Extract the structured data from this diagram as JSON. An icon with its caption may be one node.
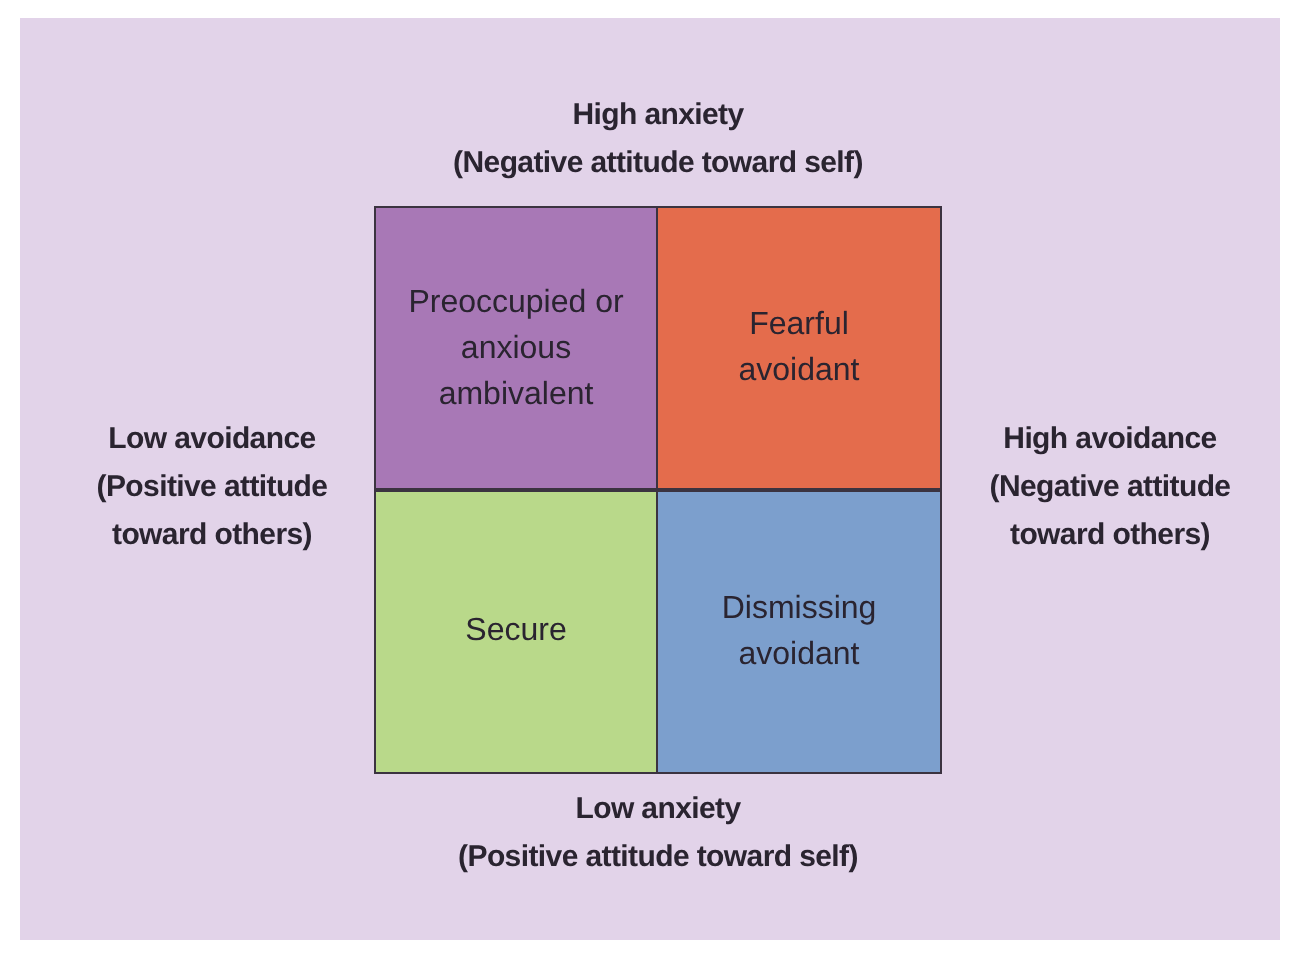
{
  "diagram": {
    "nodes": [
      {
        "text": [
          "Preoccupied or anxious ambivalent"
        ]
      },
      {
        "text": [
          "Fearful avoidant"
        ]
      },
      {
        "text": [
          "Secure"
        ]
      },
      {
        "text": [
          "Dismissing avoidant"
        ]
      }
    ],
    "labels": [
      "High anxiety",
      "(Negative attitude toward self)",
      "Low avoidance",
      "(Positive attitude toward others)",
      "High avoidance",
      "(Negative attitude toward others)",
      "Low anxiety",
      "(Positive attitude toward self)"
    ]
  }
}
